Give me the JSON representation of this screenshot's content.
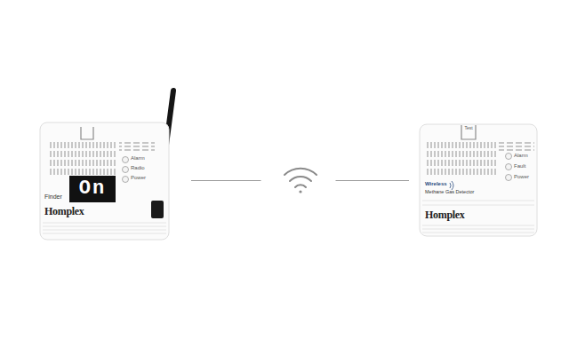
{
  "diagram": {
    "nodes": [
      {
        "text": [
          "Alarm",
          "Radio",
          "Power",
          "On",
          "Finder",
          "Homplex"
        ]
      },
      {
        "text": [
          "Test",
          "Alarm",
          "Fault",
          "Power",
          "Wireless",
          "Methane Gas Detector",
          "Homplex"
        ]
      }
    ],
    "edges": [
      {
        "from": 0,
        "to": 1,
        "arrow": "none"
      }
    ]
  }
}
